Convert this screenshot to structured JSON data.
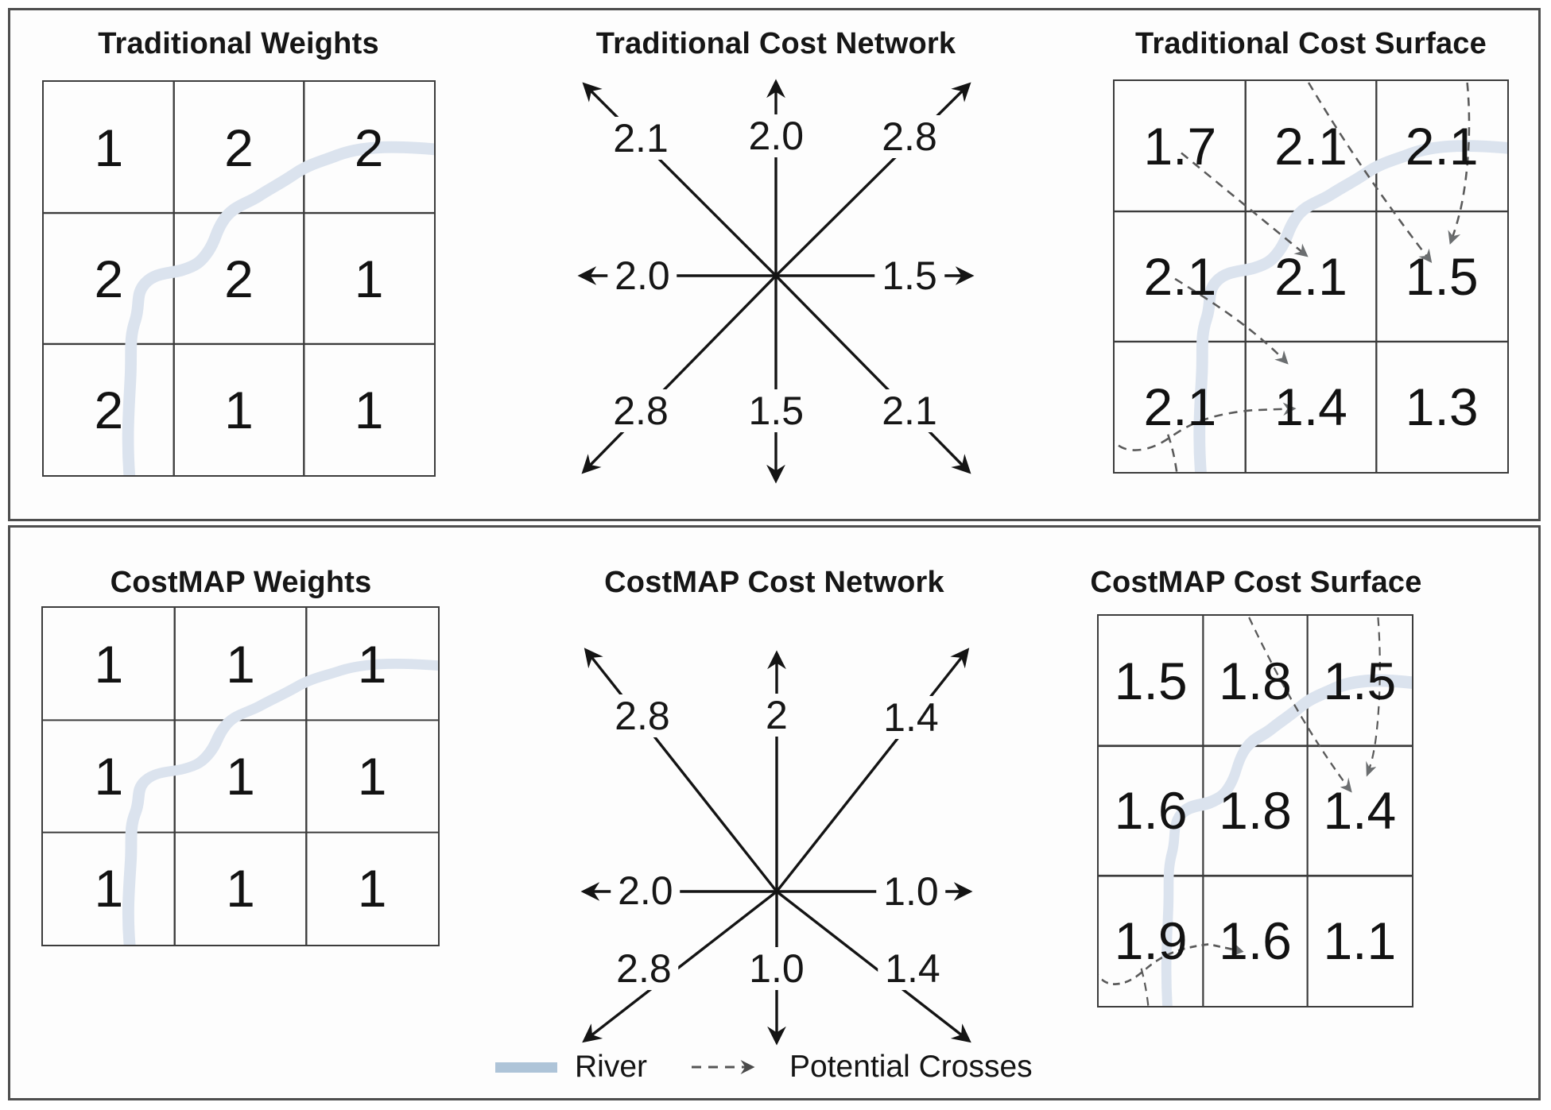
{
  "figure": {
    "description_colors": {
      "river": "#dbe3ee",
      "river_legend_swatch": "#aec4d8",
      "grid_line": "#3c3c3c",
      "section_border": "#4e4e4e",
      "network_ink": "#141414",
      "cross_dash": "#5a5a5a",
      "cross_arrowhead": "#6b6e70"
    }
  },
  "panels": {
    "traditional_weights": {
      "title": "Traditional Weights",
      "grid": [
        [
          "1",
          "2",
          "2"
        ],
        [
          "2",
          "2",
          "1"
        ],
        [
          "2",
          "1",
          "1"
        ]
      ]
    },
    "traditional_network": {
      "title": "Traditional Cost Network",
      "labels": {
        "nw": "2.1",
        "n": "2.0",
        "ne": "2.8",
        "w": "2.0",
        "e": "1.5",
        "sw": "2.8",
        "s": "1.5",
        "se": "2.1"
      }
    },
    "traditional_surface": {
      "title": "Traditional Cost Surface",
      "grid": [
        [
          "1.7",
          "2.1",
          "2.1"
        ],
        [
          "2.1",
          "2.1",
          "1.5"
        ],
        [
          "2.1",
          "1.4",
          "1.3"
        ]
      ]
    },
    "costmap_weights": {
      "title": "CostMAP Weights",
      "grid": [
        [
          "1",
          "1",
          "1"
        ],
        [
          "1",
          "1",
          "1"
        ],
        [
          "1",
          "1",
          "1"
        ]
      ]
    },
    "costmap_network": {
      "title": "CostMAP Cost Network",
      "labels": {
        "nw": "2.8",
        "n": "2",
        "ne": "1.4",
        "w": "2.0",
        "e": "1.0",
        "sw": "2.8",
        "s": "1.0",
        "se": "1.4"
      }
    },
    "costmap_surface": {
      "title": "CostMAP Cost Surface",
      "grid": [
        [
          "1.5",
          "1.8",
          "1.5"
        ],
        [
          "1.6",
          "1.8",
          "1.4"
        ],
        [
          "1.9",
          "1.6",
          "1.1"
        ]
      ]
    }
  },
  "legend": {
    "river_label": "River",
    "crosses_label": "Potential Crosses"
  }
}
